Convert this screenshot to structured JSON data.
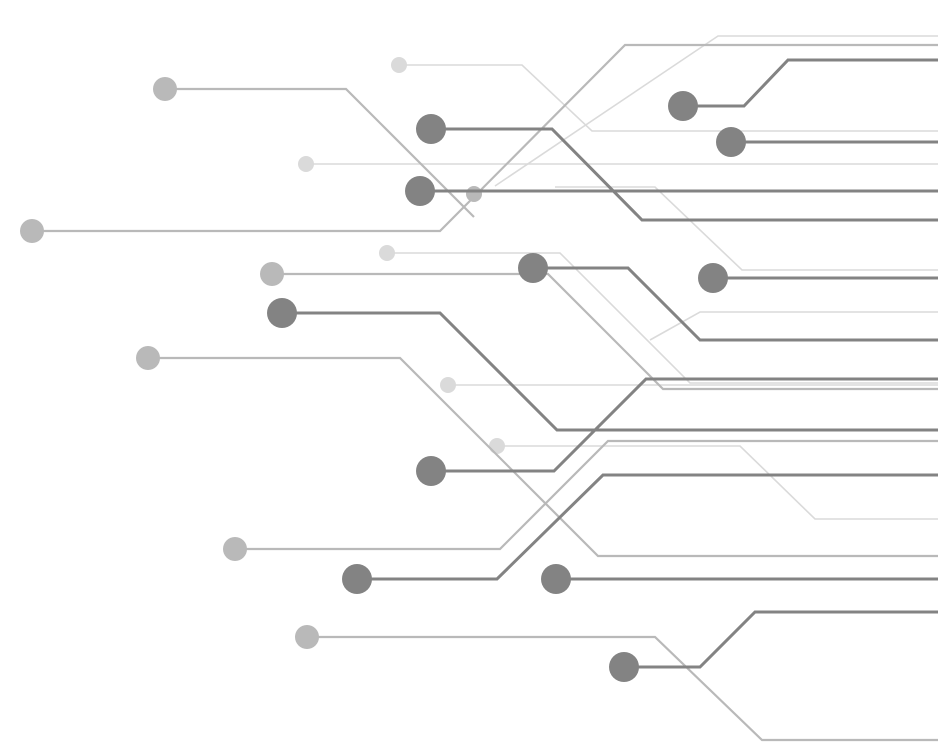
{
  "colors": {
    "background": "#ffffff",
    "dark": "#838383",
    "mid": "#b9b9b9",
    "light": "#dadada"
  },
  "tone_stroke_width": {
    "dark": 3,
    "mid": 2.2,
    "light": 1.6
  },
  "traces": [
    {
      "id": "dark-01",
      "tone": "dark"
    },
    {
      "id": "dark-02",
      "tone": "dark"
    },
    {
      "id": "dark-03",
      "tone": "dark"
    },
    {
      "id": "dark-04",
      "tone": "dark"
    },
    {
      "id": "dark-05",
      "tone": "dark"
    },
    {
      "id": "dark-06",
      "tone": "dark"
    },
    {
      "id": "dark-07",
      "tone": "dark"
    },
    {
      "id": "dark-08",
      "tone": "dark"
    },
    {
      "id": "dark-09",
      "tone": "dark"
    },
    {
      "id": "dark-10",
      "tone": "dark"
    },
    {
      "id": "dark-11",
      "tone": "dark"
    },
    {
      "id": "dark-12",
      "tone": "dark"
    },
    {
      "id": "mid-01",
      "tone": "mid"
    },
    {
      "id": "mid-02",
      "tone": "mid"
    },
    {
      "id": "mid-03",
      "tone": "mid"
    },
    {
      "id": "mid-04",
      "tone": "mid"
    },
    {
      "id": "mid-05",
      "tone": "mid"
    },
    {
      "id": "mid-06",
      "tone": "mid"
    },
    {
      "id": "mid-07",
      "tone": "mid"
    },
    {
      "id": "light-01",
      "tone": "light"
    },
    {
      "id": "light-02",
      "tone": "light"
    },
    {
      "id": "light-03",
      "tone": "light"
    },
    {
      "id": "light-04",
      "tone": "light"
    },
    {
      "id": "light-05",
      "tone": "light"
    },
    {
      "id": "light-06",
      "tone": "light"
    },
    {
      "id": "light-07",
      "tone": "light"
    },
    {
      "id": "light-08",
      "tone": "light"
    },
    {
      "id": "light-09",
      "tone": "light"
    }
  ]
}
